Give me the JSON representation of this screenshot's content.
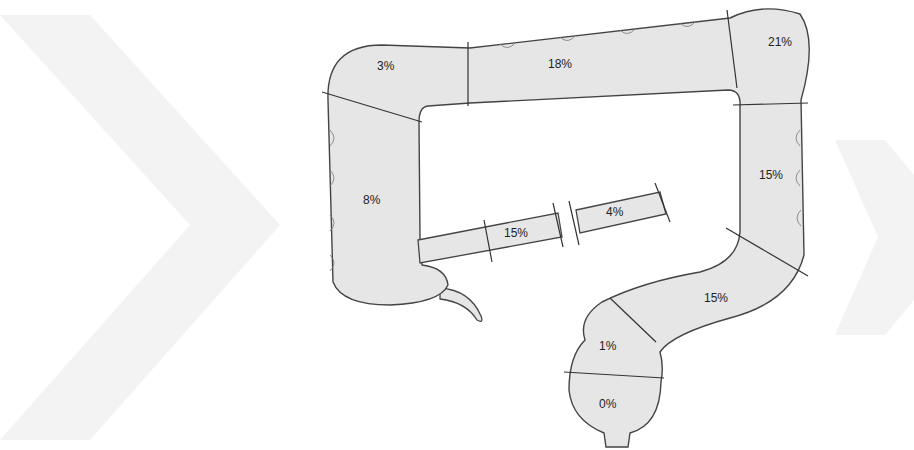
{
  "diagram": {
    "labels": [
      "3%",
      "18%",
      "21%",
      "8%",
      "15%",
      "15%",
      "4%",
      "15%",
      "1%",
      "0%"
    ]
  }
}
